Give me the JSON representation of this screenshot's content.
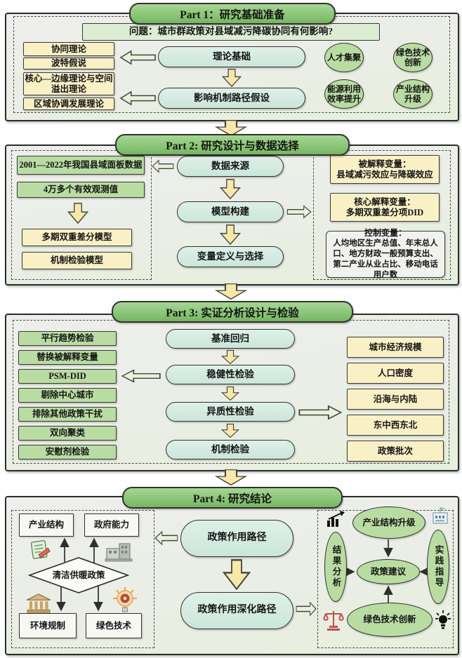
{
  "parts": {
    "p1": {
      "title": "Part 1：研究基础准备",
      "question": "问题：城市群政策对县域减污降碳协同有何影响?",
      "theories": [
        "协同理论",
        "波特假说",
        "核心—边缘理论与空间溢出理论",
        "区域协调发展理论"
      ],
      "flow": [
        "理论基础",
        "影响机制路径假设"
      ],
      "circles": [
        "人才集聚",
        "绿色技术创新",
        "能源利用效率提升",
        "产业结构升级"
      ]
    },
    "p2": {
      "title": "Part 2: 研究设计与数据选择",
      "data_boxes": [
        "2001—2022年我国县域面板数据",
        "4万多个有效观测值"
      ],
      "model_boxes": [
        "多期双重差分模型",
        "机制检验模型"
      ],
      "flow": [
        "数据来源",
        "模型构建",
        "变量定义与选择"
      ],
      "var_boxes": [
        {
          "title": "被解释变量：",
          "body": "县域减污效应与降碳效应"
        },
        {
          "title": "核心解释变量：",
          "body": "多期双重差分项DID"
        }
      ],
      "control_box": {
        "title": "控制变量：",
        "body": "人均地区生产总值、年末总人口、地方财政一般预算支出、第二产业从业占比、移动电话用户数"
      }
    },
    "p3": {
      "title": "Part 3: 实证分析设计与检验",
      "robustness": [
        "平行趋势检验",
        "替换被解释变量",
        "PSM-DID",
        "剔除中心城市",
        "排除其他政策干扰",
        "双向聚类",
        "安慰剂检验"
      ],
      "flow": [
        "基准回归",
        "稳健性检验",
        "异质性检验",
        "机制检验"
      ],
      "heterogeneity": [
        "城市经济规模",
        "人口密度",
        "沿海与内陆",
        "东中西东北",
        "政策批次"
      ]
    },
    "p4": {
      "title": "Part 4: 研究结论",
      "mechanisms": [
        "产业结构",
        "政府能力",
        "环境规制",
        "绿色技术"
      ],
      "diamond": "清洁供暖政策",
      "flow": [
        "政策作用路径",
        "政策作用深化路径"
      ],
      "ellipses": {
        "top": "产业结构升级",
        "left": "结果分析",
        "center": "政策建议",
        "right": "实践指导",
        "bottom": "绿色技术创新"
      }
    }
  },
  "icons": {
    "chart": "rising-bar-chart",
    "factory": "factory-building",
    "scales": "balance-scales",
    "bulb": "lightbulb",
    "memo": "document-pencil",
    "gov": "government-building",
    "bank": "bank-columns",
    "bulb_gear": "lightbulb-gear"
  },
  "colors": {
    "header_green": "#84c170",
    "box_cream": "#faf0c6",
    "box_green": "#b9dca3",
    "node_teal": "#cbe6db",
    "arrow_yellow": "#f7e7ab",
    "arrow_light": "#e9f1de",
    "question_green": "#dcedd3",
    "control_gray": "#f1f1ed"
  }
}
